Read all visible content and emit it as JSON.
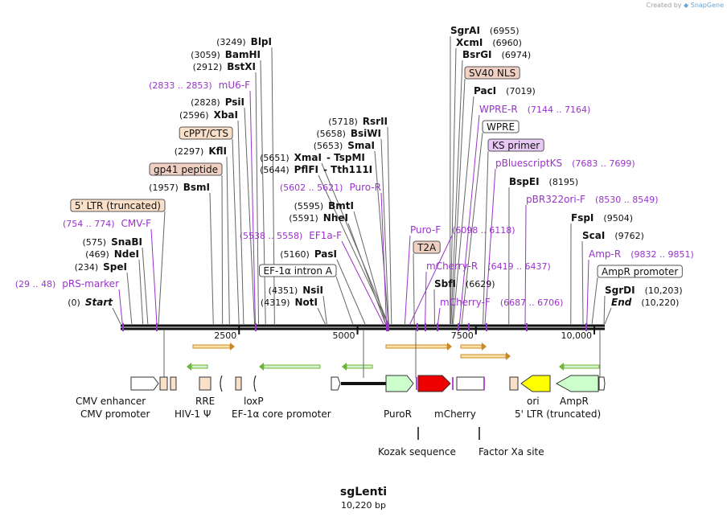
{
  "brand": {
    "prefix": "Created by",
    "name": "SnapGene"
  },
  "map": {
    "name": "sgLenti",
    "length_label": "10,220 bp",
    "length": 10220,
    "colors": {
      "site": "#111111",
      "primer": "#9933cc",
      "gc_fill": "#f1d0c4",
      "dna_fill": "#fae0c8",
      "ks_fill": "#e8c8f4",
      "orange_arrow": "#c88a2a",
      "green_arrow": "#6ab43c",
      "puro_fill": "#ccffcc",
      "mcherry_fill": "#ee0000",
      "ori_fill": "#ffff00",
      "ampr_fill": "#ccffcc"
    },
    "ticks": [
      {
        "pos": 2500,
        "label": "2500"
      },
      {
        "pos": 5000,
        "label": "5000"
      },
      {
        "pos": 7500,
        "label": "7500"
      },
      {
        "pos": 10000,
        "label": "10,000"
      }
    ],
    "labels": [
      {
        "coord": "(3249)",
        "name": "BlpI",
        "kind": "site",
        "pos": 3249,
        "side": "L"
      },
      {
        "coord": "(3059)",
        "name": "BamHI",
        "kind": "site",
        "pos": 3059,
        "side": "L"
      },
      {
        "coord": "(2912)",
        "name": "BstXI",
        "kind": "site",
        "pos": 2912,
        "side": "L"
      },
      {
        "coord": "(2833 .. 2853)",
        "name": "mU6-F",
        "kind": "primer",
        "pos": 2843,
        "side": "L"
      },
      {
        "coord": "(2828)",
        "name": "PsiI",
        "kind": "site",
        "pos": 2828,
        "side": "L"
      },
      {
        "coord": "(2596)",
        "name": "XbaI",
        "kind": "site",
        "pos": 2596,
        "side": "L"
      },
      {
        "coord": "",
        "name": "cPPT/CTS",
        "kind": "feat_dna",
        "pos": 2498,
        "side": "L"
      },
      {
        "coord": "(2297)",
        "name": "KflI",
        "kind": "site",
        "pos": 2297,
        "side": "L"
      },
      {
        "coord": "",
        "name": "gp41 peptide",
        "kind": "feat_gc",
        "pos": 2150,
        "side": "L"
      },
      {
        "coord": "(1957)",
        "name": "BsmI",
        "kind": "site",
        "pos": 1957,
        "side": "L"
      },
      {
        "coord": "",
        "name": "5' LTR (truncated)",
        "kind": "feat_dna",
        "pos": 800,
        "side": "L"
      },
      {
        "coord": "(754 .. 774)",
        "name": "CMV-F",
        "kind": "primer",
        "pos": 764,
        "side": "L"
      },
      {
        "coord": "(575)",
        "name": "SnaBI",
        "kind": "site",
        "pos": 575,
        "side": "L"
      },
      {
        "coord": "(469)",
        "name": "NdeI",
        "kind": "site",
        "pos": 469,
        "side": "L"
      },
      {
        "coord": "(234)",
        "name": "SpeI",
        "kind": "site",
        "pos": 234,
        "side": "L"
      },
      {
        "coord": "(29 .. 48)",
        "name": "pRS-marker",
        "kind": "primer",
        "pos": 38,
        "side": "L"
      },
      {
        "coord": "(0)",
        "name": "Start",
        "kind": "site_ital",
        "pos": 0,
        "side": "L"
      },
      {
        "coord": "(5718)",
        "name": "RsrII",
        "kind": "site",
        "pos": 5718,
        "side": "L"
      },
      {
        "coord": "(5658)",
        "name": "BsiWI",
        "kind": "site",
        "pos": 5658,
        "side": "L"
      },
      {
        "coord": "(5653)",
        "name": "SmaI",
        "kind": "site",
        "pos": 5653,
        "side": "L"
      },
      {
        "coord": "(5651)",
        "name": "XmaI",
        "coord2": "- TspMI",
        "kind": "site",
        "pos": 5651,
        "side": "L"
      },
      {
        "coord": "(5644)",
        "name": "PflFI",
        "coord2": "- Tth111I",
        "kind": "site",
        "pos": 5644,
        "side": "L"
      },
      {
        "coord": "(5602 .. 5621)",
        "name": "Puro-R",
        "kind": "primer",
        "pos": 5611,
        "side": "L"
      },
      {
        "coord": "(5595)",
        "name": "BmtI",
        "kind": "site",
        "pos": 5595,
        "side": "L"
      },
      {
        "coord": "(5591)",
        "name": "NheI",
        "kind": "site",
        "pos": 5591,
        "side": "L"
      },
      {
        "coord": "(5538 .. 5558)",
        "name": "EF1a-F",
        "kind": "primer",
        "pos": 5548,
        "side": "L"
      },
      {
        "coord": "(5160)",
        "name": "PasI",
        "kind": "site",
        "pos": 5160,
        "side": "L"
      },
      {
        "coord": "",
        "name": "EF-1α intron A",
        "kind": "feat_white",
        "pos": 4900,
        "side": "L"
      },
      {
        "coord": "(4351)",
        "name": "NsiI",
        "kind": "site",
        "pos": 4351,
        "side": "L"
      },
      {
        "coord": "(4319)",
        "name": "NotI",
        "kind": "site",
        "pos": 4319,
        "side": "L"
      },
      {
        "coord": "(6955)",
        "name": "SgrAI",
        "kind": "site",
        "pos": 6955,
        "side": "R"
      },
      {
        "coord": "(6960)",
        "name": "XcmI",
        "kind": "site",
        "pos": 6960,
        "side": "R"
      },
      {
        "coord": "(6974)",
        "name": "BsrGI",
        "kind": "site",
        "pos": 6974,
        "side": "R"
      },
      {
        "coord": "",
        "name": "SV40 NLS",
        "kind": "feat_gc",
        "pos": 7000,
        "side": "R"
      },
      {
        "coord": "(7019)",
        "name": "PacI",
        "kind": "site",
        "pos": 7019,
        "side": "R"
      },
      {
        "coord": "(7144 .. 7164)",
        "name": "WPRE-R",
        "kind": "primer",
        "pos": 7154,
        "side": "R"
      },
      {
        "coord": "",
        "name": "WPRE",
        "kind": "feat_white",
        "pos": 7200,
        "side": "R"
      },
      {
        "coord": "",
        "name": "KS primer",
        "kind": "feat_ks",
        "pos": 7650,
        "side": "R"
      },
      {
        "coord": "(7683 .. 7699)",
        "name": "pBluescriptKS",
        "kind": "primer",
        "pos": 7691,
        "side": "R"
      },
      {
        "coord": "(8195)",
        "name": "BspEI",
        "kind": "site",
        "pos": 8195,
        "side": "R"
      },
      {
        "coord": "(8530 .. 8549)",
        "name": "pBR322ori-F",
        "kind": "primer",
        "pos": 8540,
        "side": "R"
      },
      {
        "coord": "(9504)",
        "name": "FspI",
        "kind": "site",
        "pos": 9504,
        "side": "R"
      },
      {
        "coord": "(9762)",
        "name": "ScaI",
        "kind": "site",
        "pos": 9762,
        "side": "R"
      },
      {
        "coord": "(9832 .. 9851)",
        "name": "Amp-R",
        "kind": "primer",
        "pos": 9842,
        "side": "R"
      },
      {
        "coord": "",
        "name": "AmpR promoter",
        "kind": "feat_white",
        "pos": 9950,
        "side": "R"
      },
      {
        "coord": "(10,203)",
        "name": "SgrDI",
        "kind": "site",
        "pos": 10203,
        "side": "R"
      },
      {
        "coord": "(10,220)",
        "name": "End",
        "kind": "site_ital",
        "pos": 10220,
        "side": "R"
      },
      {
        "coord": "",
        "name": "Puro-F",
        "kind": "primer_plain",
        "pos": 6000,
        "side": "R"
      },
      {
        "coord": "(6098 .. 6118)",
        "name": "",
        "kind": "primer_coord",
        "pos": 6108,
        "side": "R"
      },
      {
        "coord": "",
        "name": "T2A",
        "kind": "feat_gc",
        "pos": 6200,
        "side": "R"
      },
      {
        "coord": "(6419 .. 6437)",
        "name": "mCherry-R",
        "kind": "primer",
        "pos": 6428,
        "side": "R"
      },
      {
        "coord": "(6629)",
        "name": "SbfI",
        "kind": "site",
        "pos": 6629,
        "side": "R"
      },
      {
        "coord": "(6687 .. 6706)",
        "name": "mCherry-F",
        "kind": "primer",
        "pos": 6696,
        "side": "R"
      }
    ],
    "bottom_labels": [
      {
        "text": "CMV enhancer"
      },
      {
        "text": "CMV promoter"
      },
      {
        "text": "RRE"
      },
      {
        "text": "HIV-1 Ψ"
      },
      {
        "text": "loxP"
      },
      {
        "text": "EF-1α core promoter"
      },
      {
        "text": "PuroR"
      },
      {
        "text": "mCherry"
      },
      {
        "text": "ori"
      },
      {
        "text": "AmpR"
      },
      {
        "text": "5' LTR (truncated)"
      },
      {
        "text": "Kozak sequence"
      },
      {
        "text": "Factor Xa site"
      }
    ]
  }
}
